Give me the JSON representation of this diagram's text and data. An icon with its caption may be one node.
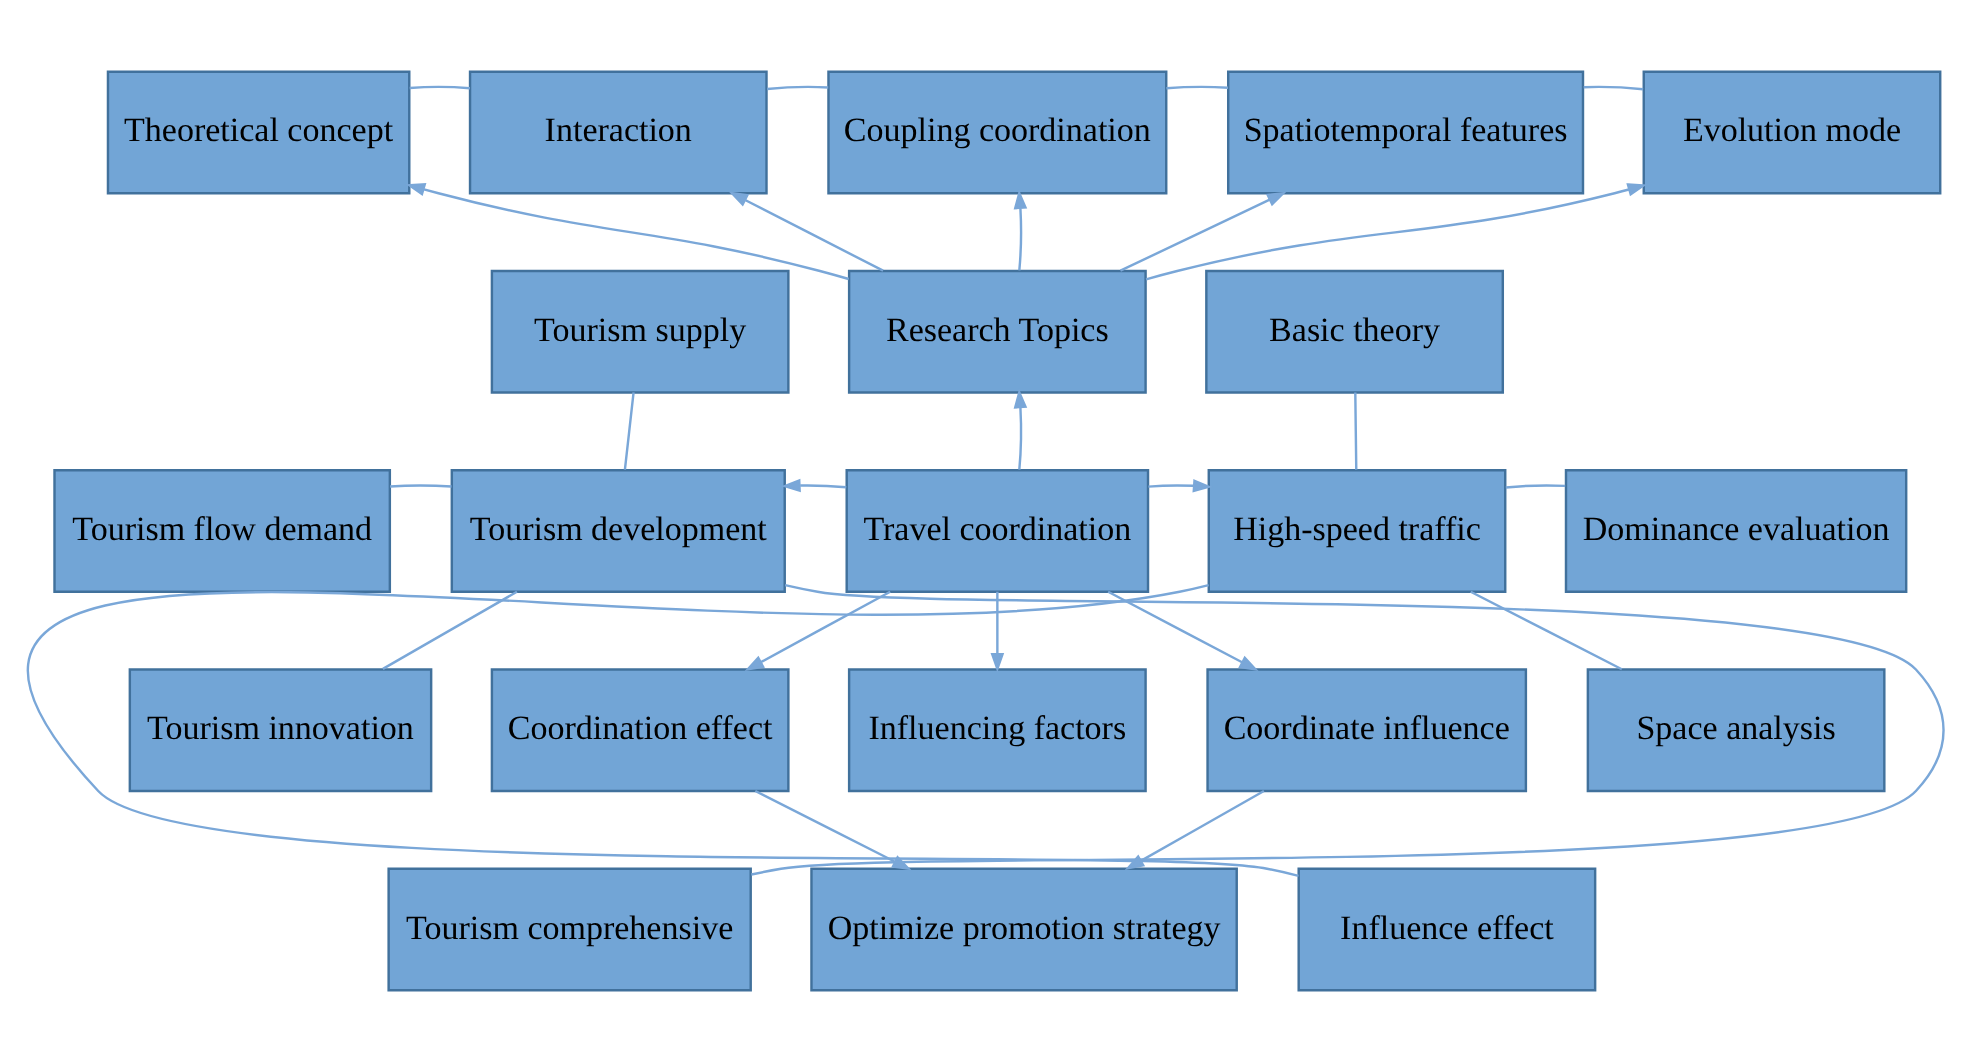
{
  "diagram": {
    "nodes": [
      {
        "text": [
          "Theoretical concept"
        ]
      },
      {
        "text": [
          "Interaction"
        ]
      },
      {
        "text": [
          "Coupling coordination"
        ]
      },
      {
        "text": [
          "Spatiotemporal features"
        ]
      },
      {
        "text": [
          "Evolution mode"
        ]
      },
      {
        "text": [
          "Research Topics"
        ]
      },
      {
        "text": [
          "Tourism supply"
        ]
      },
      {
        "text": [
          "Basic theory"
        ]
      },
      {
        "text": [
          "Tourism flow demand"
        ]
      },
      {
        "text": [
          "Tourism development"
        ]
      },
      {
        "text": [
          "Travel coordination"
        ]
      },
      {
        "text": [
          "High-speed traffic"
        ]
      },
      {
        "text": [
          "Dominance evaluation"
        ]
      },
      {
        "text": [
          "Tourism innovation"
        ]
      },
      {
        "text": [
          "Coordination effect"
        ]
      },
      {
        "text": [
          "Influencing factors"
        ]
      },
      {
        "text": [
          "Coordinate influence"
        ]
      },
      {
        "text": [
          "Space analysis"
        ]
      },
      {
        "text": [
          "Tourism comprehensive"
        ]
      },
      {
        "text": [
          "Influence effect"
        ]
      },
      {
        "text": [
          "Optimize promotion strategy"
        ]
      }
    ],
    "edges": [
      {
        "from": 0,
        "to": 1,
        "arrow": "none"
      },
      {
        "from": 1,
        "to": 2,
        "arrow": "none"
      },
      {
        "from": 2,
        "to": 3,
        "arrow": "none"
      },
      {
        "from": 3,
        "to": 4,
        "arrow": "none"
      },
      {
        "from": 5,
        "to": 0,
        "arrow": "to"
      },
      {
        "from": 5,
        "to": 1,
        "arrow": "to"
      },
      {
        "from": 5,
        "to": 2,
        "arrow": "to"
      },
      {
        "from": 5,
        "to": 3,
        "arrow": "to"
      },
      {
        "from": 5,
        "to": 4,
        "arrow": "to"
      },
      {
        "from": 10,
        "to": 5,
        "arrow": "to"
      },
      {
        "from": 10,
        "to": 9,
        "arrow": "to"
      },
      {
        "from": 10,
        "to": 11,
        "arrow": "to"
      },
      {
        "from": 10,
        "to": 14,
        "arrow": "to"
      },
      {
        "from": 10,
        "to": 15,
        "arrow": "to"
      },
      {
        "from": 10,
        "to": 16,
        "arrow": "to"
      },
      {
        "from": 6,
        "to": 9,
        "arrow": "none"
      },
      {
        "from": 8,
        "to": 9,
        "arrow": "none"
      },
      {
        "from": 13,
        "to": 9,
        "arrow": "none"
      },
      {
        "from": 18,
        "to": 9,
        "arrow": "none"
      },
      {
        "from": 11,
        "to": 7,
        "arrow": "none"
      },
      {
        "from": 11,
        "to": 12,
        "arrow": "none"
      },
      {
        "from": 11,
        "to": 17,
        "arrow": "none"
      },
      {
        "from": 11,
        "to": 19,
        "arrow": "none"
      },
      {
        "from": 14,
        "to": 20,
        "arrow": "to"
      },
      {
        "from": 16,
        "to": 20,
        "arrow": "to"
      }
    ]
  }
}
